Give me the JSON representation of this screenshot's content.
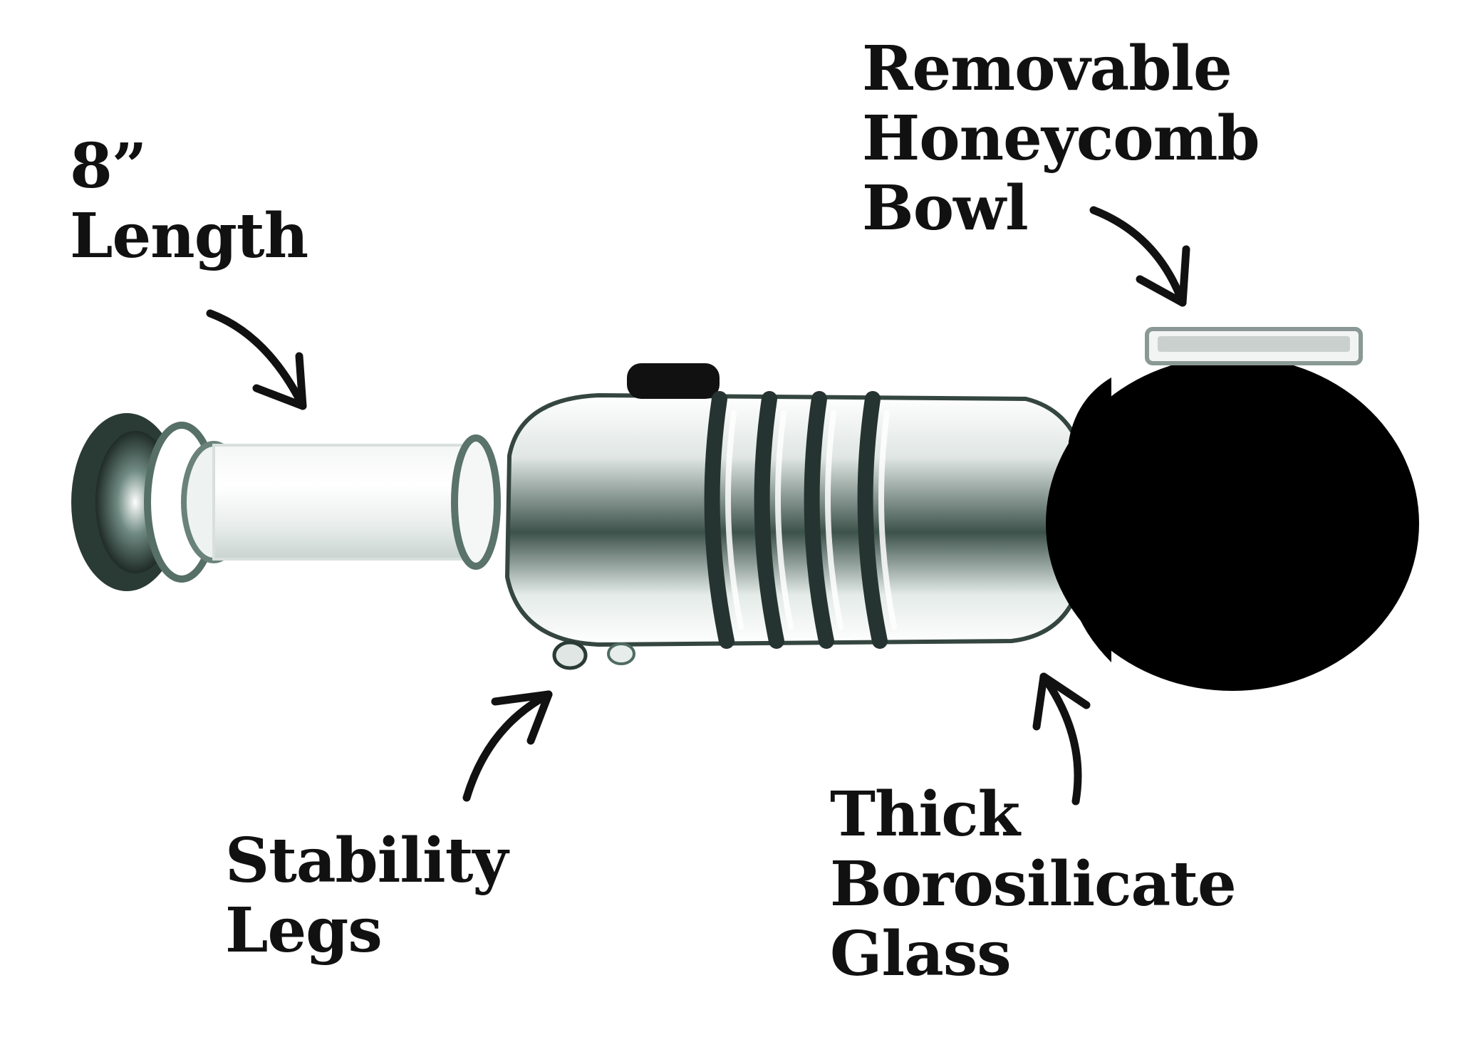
{
  "labels": {
    "length": {
      "line1": "8”",
      "line2": "Length"
    },
    "bowl": {
      "line1": "Removable",
      "line2": "Honeycomb",
      "line3": "Bowl"
    },
    "legs": {
      "line1": "Stability",
      "line2": "Legs"
    },
    "glass": {
      "line1": "Thick",
      "line2": "Borosilicate",
      "line3": "Glass"
    }
  },
  "colors": {
    "background": "#ffffff",
    "text": "#111111",
    "glass_tint": "#4f6b63",
    "glass_dark": "#1c2623",
    "bowl": "#000000"
  }
}
